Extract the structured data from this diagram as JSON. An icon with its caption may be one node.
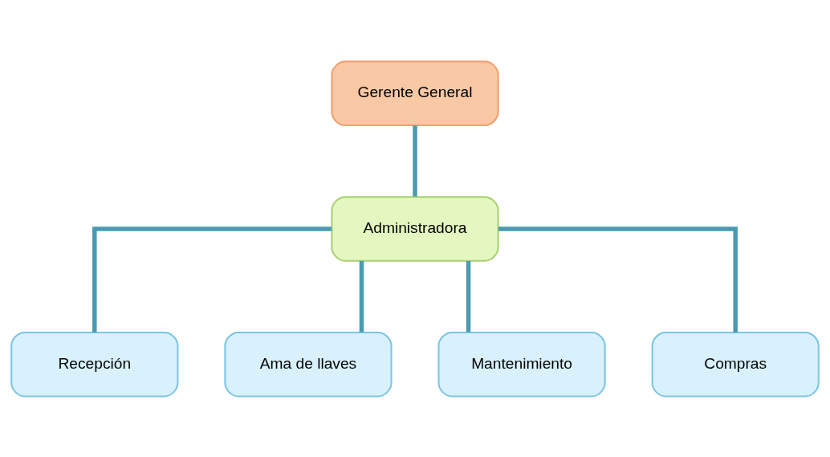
{
  "diagram": {
    "nodes": [
      {
        "text": [
          "Gerente General"
        ]
      },
      {
        "text": [
          "Administradora"
        ]
      },
      {
        "text": [
          "Recepción"
        ]
      },
      {
        "text": [
          "Ama de llaves"
        ]
      },
      {
        "text": [
          "Mantenimiento"
        ]
      },
      {
        "text": [
          "Compras"
        ]
      }
    ],
    "edges": [
      {
        "from": 0,
        "to": 1,
        "arrow": "none"
      },
      {
        "from": 1,
        "to": 2,
        "arrow": "none"
      },
      {
        "from": 1,
        "to": 3,
        "arrow": "none"
      },
      {
        "from": 1,
        "to": 4,
        "arrow": "none"
      },
      {
        "from": 1,
        "to": 5,
        "arrow": "none"
      }
    ]
  }
}
